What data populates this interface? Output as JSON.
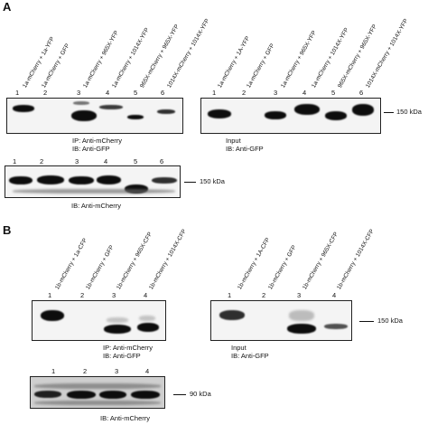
{
  "panel_a": {
    "letter": "A",
    "ip_lanes": [
      "1a-mCherry + 1a-YFP",
      "1a-mCherry + GFP",
      "1a-mCherry + 965X-YFP",
      "1a-mCherry + 1014X-YFP",
      "965X-mCherry + 965X-YFP",
      "1014X-mCherry + 1014X-YFP"
    ],
    "input_lanes": [
      "1a-mCherry + 1A-YFP",
      "1a-mCherry + GFP",
      "1a-mCherry + 965X-YFP",
      "1a-mCherry + 1014X-YFP",
      "965X-mCherry + 965X-YFP",
      "1014X-mCherry + 1014X-YFP"
    ],
    "numbers": [
      "1",
      "2",
      "3",
      "4",
      "5",
      "6"
    ],
    "ip_caption_1": "IP: Anti-mCherry",
    "ip_caption_2": "IB: Anti-GFP",
    "input_caption_1": "Input",
    "input_caption_2": "IB: Anti-GFP",
    "ib_caption": "IB: Anti-mCherry",
    "marker_top": "150 kDa",
    "marker_bottom": "150 kDa"
  },
  "panel_b": {
    "letter": "B",
    "ip_lanes": [
      "1b-mCherry + 1a-CFP",
      "1b-mCherry + GFP",
      "1b-mCherry + 965X-CFP",
      "1b-mCherry + 1014X-CFP"
    ],
    "input_lanes": [
      "1b-mCherry + 1A-CFP",
      "1b-mCherry + GFP",
      "1b-mCherry + 965X-CFP",
      "1b-mCherry + 1014X-CFP"
    ],
    "numbers": [
      "1",
      "2",
      "3",
      "4"
    ],
    "ip_caption_1": "IP: Anti-mCherry",
    "ip_caption_2": "IB: Anti-GFP",
    "input_caption_1": "Input",
    "input_caption_2": "IB: Anti-GFP",
    "ib_caption": "IB: Anti-mCherry",
    "marker_top": "150 kDa",
    "marker_bottom": "90 kDa"
  }
}
